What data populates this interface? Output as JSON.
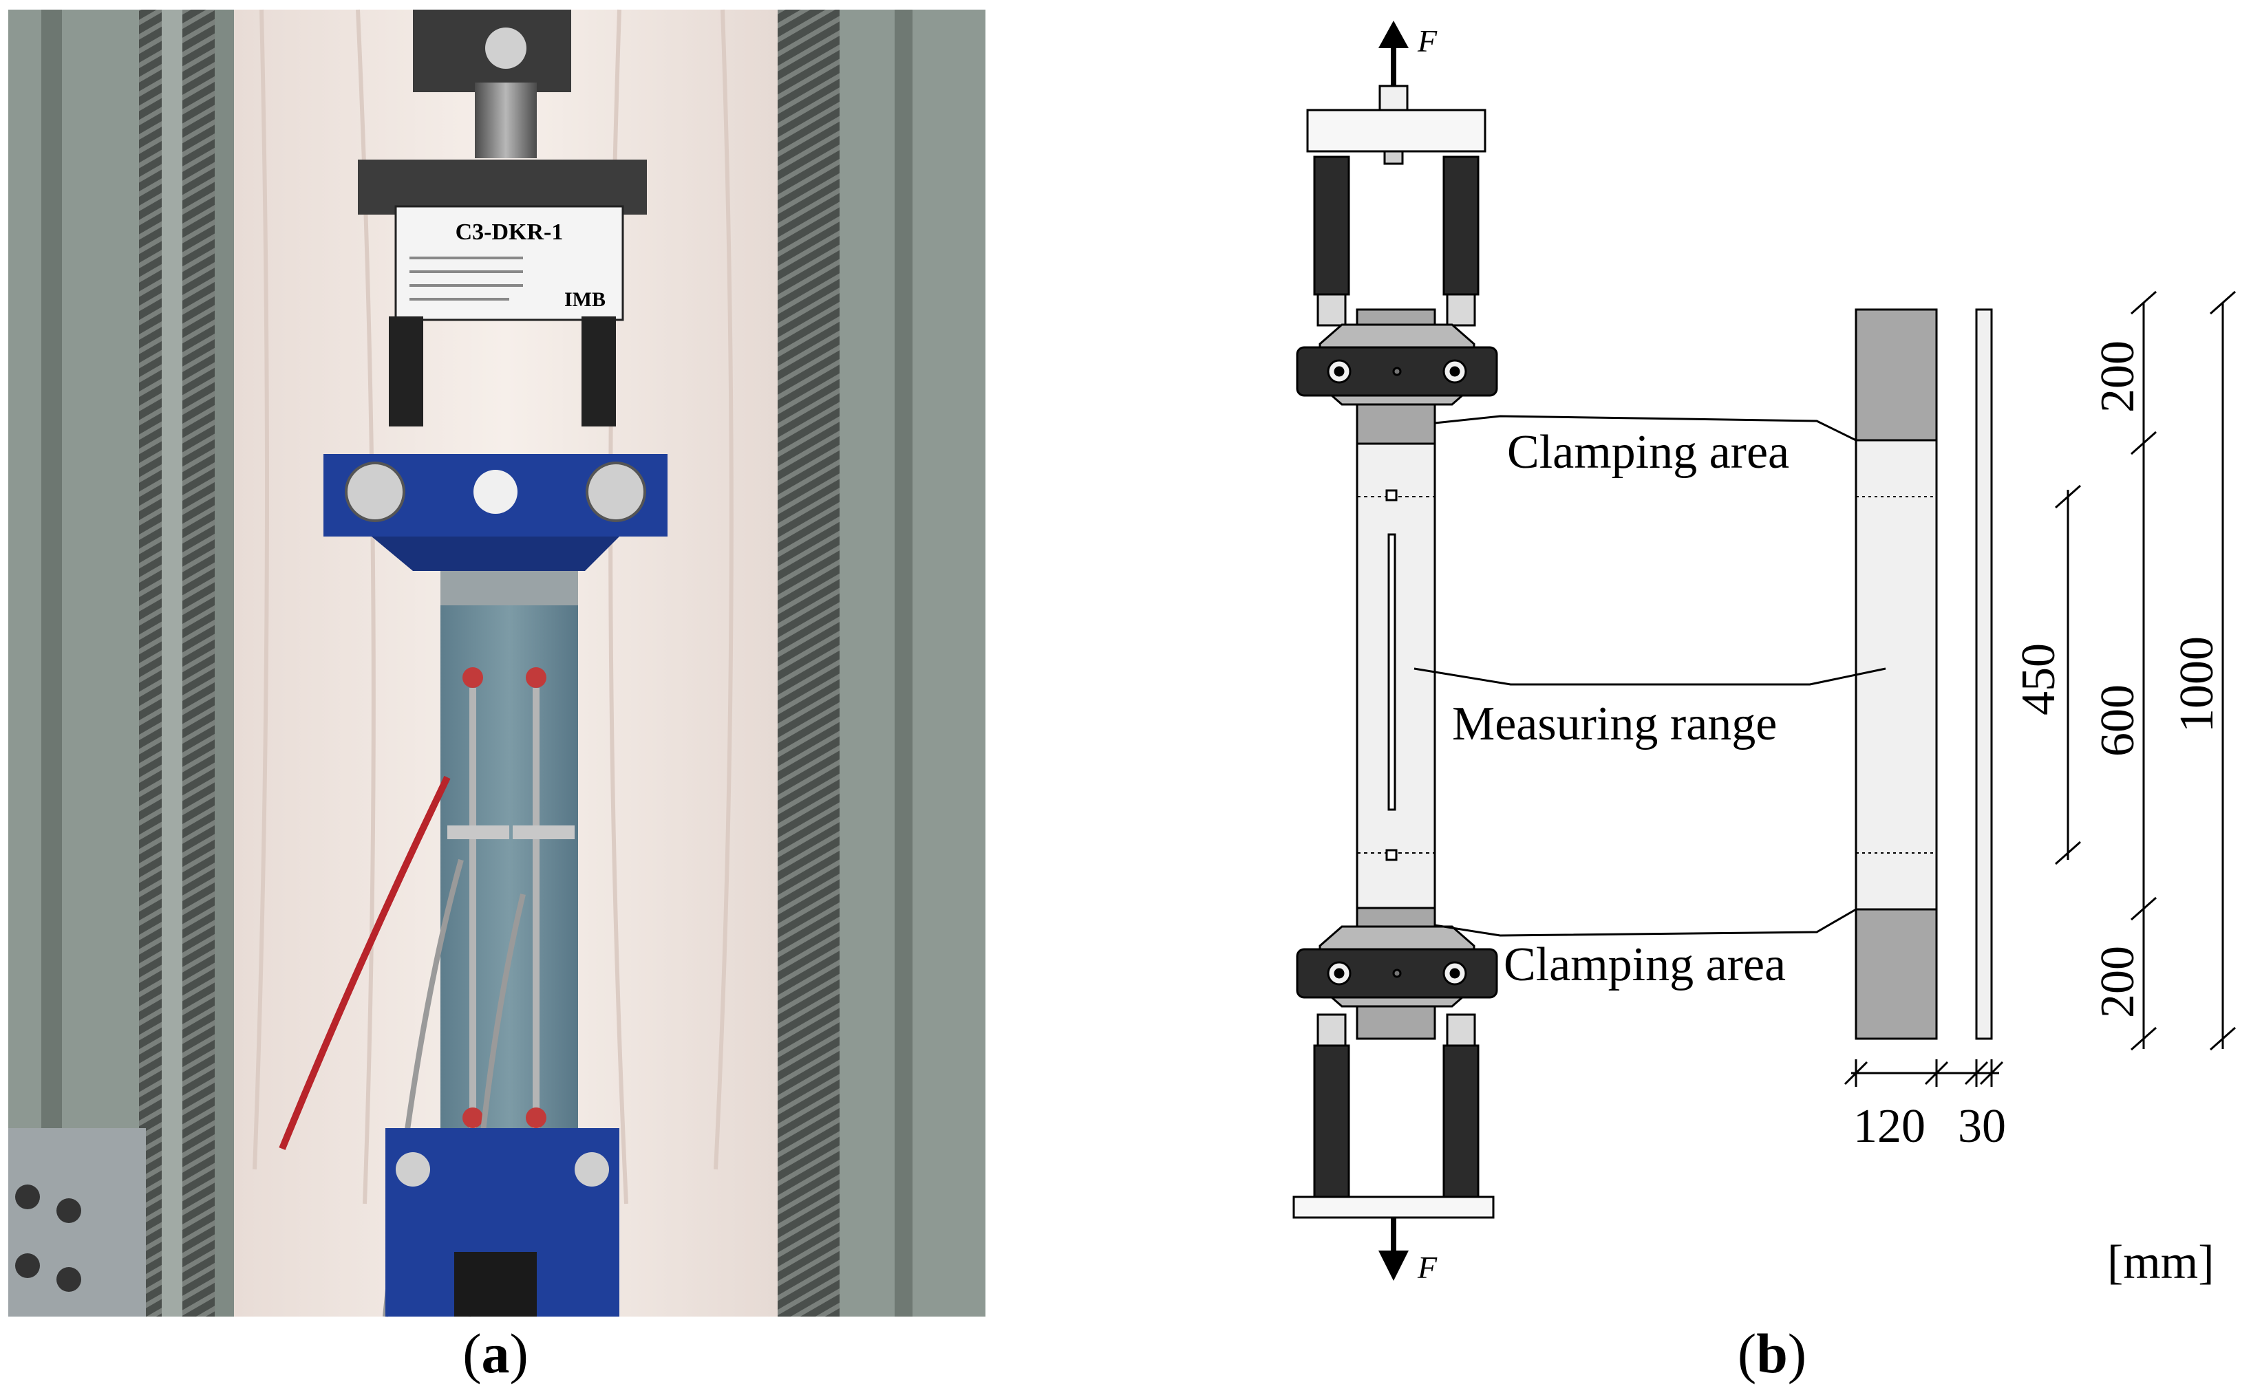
{
  "panels": {
    "a": {
      "label": "a"
    },
    "b": {
      "label": "b"
    }
  },
  "photo": {
    "specimen_tag": "C3-DKR-1",
    "logo_text": "IMB"
  },
  "diagram": {
    "force_label": "F",
    "callouts": {
      "clamping_top": "Clamping area",
      "measuring": "Measuring range",
      "clamping_bottom": "Clamping area"
    },
    "dimensions": {
      "clamp_top": "200",
      "measure": "450",
      "middle": "600",
      "total": "1000",
      "clamp_bottom": "200",
      "width": "120",
      "thickness": "30"
    },
    "unit": "[mm]"
  },
  "colors": {
    "clamp_shade": "#a7a7a7",
    "specimen_fill": "#f0f0f0",
    "dark_parts": "#2b2b2b",
    "frame_blue": "#1f3f9a",
    "background_curtain": "#f1e8e2",
    "machine_gray": "#8a948c"
  }
}
